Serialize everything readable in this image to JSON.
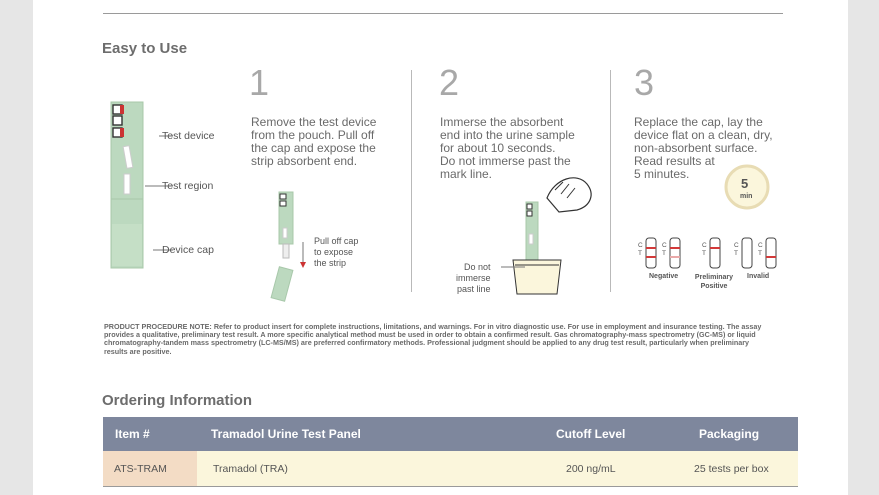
{
  "easy_to_use": {
    "heading": "Easy to Use",
    "device_labels": {
      "test_device": "Test device",
      "test_region": "Test region",
      "device_cap": "Device cap"
    },
    "steps": [
      {
        "number": "1",
        "text": [
          "Remove the test device",
          "from the pouch. Pull off",
          "the cap and expose the",
          "strip absorbent end."
        ],
        "callout": [
          "Pull off cap",
          "to expose",
          "the strip"
        ]
      },
      {
        "number": "2",
        "text": [
          "Immerse the absorbent",
          "end into the urine sample",
          "for about 10 seconds.",
          "Do not immerse past the",
          "mark line."
        ],
        "callout": [
          "Do not",
          "immerse",
          "past line"
        ]
      },
      {
        "number": "3",
        "text": [
          "Replace the cap, lay the",
          "device flat on a clean, dry,",
          "non-absorbent surface.",
          "Read results at",
          "5 minutes."
        ],
        "timer": {
          "value": "5",
          "unit": "min"
        }
      }
    ],
    "results": {
      "c_label": "C",
      "t_label": "T",
      "negative": "Negative",
      "preliminary_positive": [
        "Preliminary",
        "Positive"
      ],
      "invalid": "Invalid"
    }
  },
  "note": "PRODUCT PROCEDURE NOTE: Refer to product insert for complete instructions, limitations, and warnings. For in vitro diagnostic use. For use in employment and insurance testing. The assay provides a qualitative, preliminary test result. A more specific analytical method must be used in order to obtain a confirmed result. Gas chromatography-mass spectrometry (GC-MS) or liquid chromatography-tandem mass spectrometry (LC-MS/MS) are preferred confirmatory methods. Professional judgment should be applied to any drug test result, particularly when preliminary results are positive.",
  "ordering": {
    "heading": "Ordering Information",
    "columns": {
      "item": "Item #",
      "panel": "Tramadol Urine Test Panel",
      "cutoff": "Cutoff Level",
      "packaging": "Packaging"
    },
    "rows": [
      {
        "item": "ATS-TRAM",
        "panel": "Tramadol (TRA)",
        "cutoff": "200 ng/mL",
        "packaging": "25 tests per box"
      }
    ]
  },
  "colors": {
    "device_green": "#bcd9bf",
    "table_header": "#7e879d",
    "row_bg": "#fbf6dc",
    "item_cell": "#f3dcc5",
    "red_line": "#d23a3a"
  }
}
